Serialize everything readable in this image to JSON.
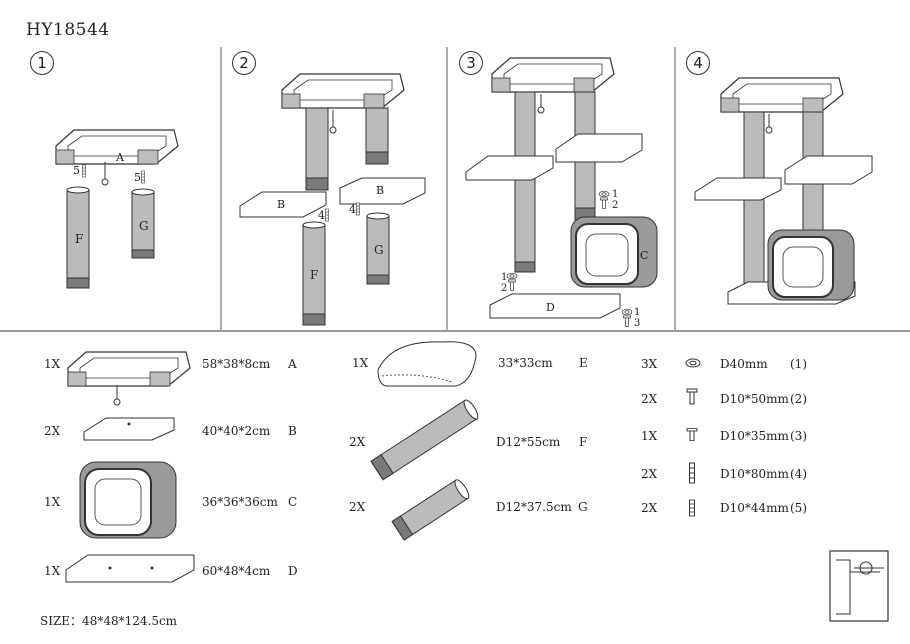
{
  "header": {
    "product_code": "HY18544"
  },
  "steps": [
    {
      "num": "1",
      "labels": {
        "a": "A",
        "f": "F",
        "g": "G",
        "c1": "5",
        "c2": "5"
      }
    },
    {
      "num": "2",
      "labels": {
        "b1": "B",
        "b2": "B",
        "f": "F",
        "g": "G",
        "c1": "4",
        "c2": "4"
      }
    },
    {
      "num": "3",
      "labels": {
        "c": "C",
        "d": "D",
        "h1a": "1",
        "h1b": "2",
        "h2a": "1",
        "h2b": "2",
        "h3a": "1",
        "h3b": "3"
      }
    },
    {
      "num": "4"
    }
  ],
  "parts": [
    {
      "qty": "1X",
      "size": "58*38*8cm",
      "letter": "A"
    },
    {
      "qty": "2X",
      "size": "40*40*2cm",
      "letter": "B"
    },
    {
      "qty": "1X",
      "size": "36*36*36cm",
      "letter": "C"
    },
    {
      "qty": "1X",
      "size": "60*48*4cm",
      "letter": "D"
    },
    {
      "qty": "1X",
      "size": "33*33cm",
      "letter": "E"
    },
    {
      "qty": "2X",
      "size": "D12*55cm",
      "letter": "F"
    },
    {
      "qty": "2X",
      "size": "D12*37.5cm",
      "letter": "G"
    }
  ],
  "hardware": [
    {
      "qty": "3X",
      "size": "D40mm",
      "code": "(1)"
    },
    {
      "qty": "2X",
      "size": "D10*50mm",
      "code": "(2)"
    },
    {
      "qty": "1X",
      "size": "D10*35mm",
      "code": "(3)"
    },
    {
      "qty": "2X",
      "size": "D10*80mm",
      "code": "(4)"
    },
    {
      "qty": "2X",
      "size": "D10*44mm",
      "code": "(5)"
    }
  ],
  "footer": {
    "size_note": "SIZE：48*48*124.5cm"
  },
  "icons": [
    "washer-icon",
    "bolt-icon",
    "double-screw-icon",
    "book-icon"
  ]
}
